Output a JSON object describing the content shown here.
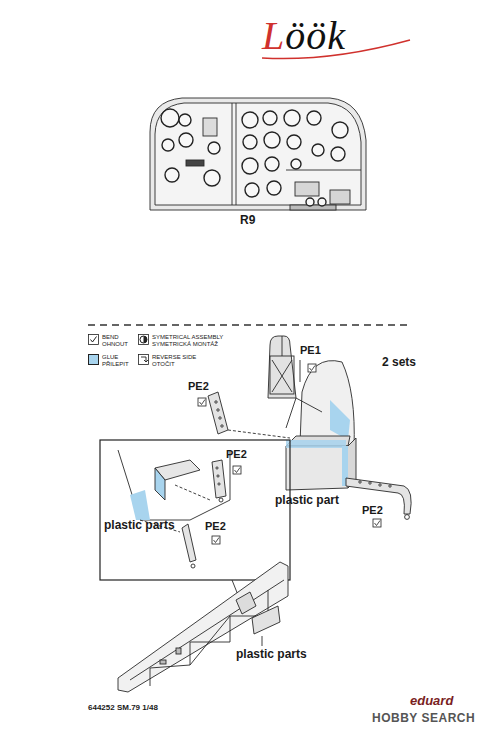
{
  "diagram": {
    "labels": [
      "Löök",
      "R9",
      "PE1",
      "2 sets",
      "PE2",
      "PE2",
      "plastic part",
      "plastic parts",
      "PE2",
      "PE2",
      "plastic parts",
      "644252 SM.79 1/48",
      "eduard",
      "HOBBY SEARCH"
    ],
    "legend": [
      {
        "text": "BEND OHNOUT"
      },
      {
        "text": "SYMETRICAL ASSEMBLY SYMETRICKÁ MONTÁŽ"
      },
      {
        "text": "GLUE PŘILEPIT",
        "color": "#a8d4ee"
      },
      {
        "text": "REVERSE SIDE OTOČIT"
      }
    ]
  }
}
